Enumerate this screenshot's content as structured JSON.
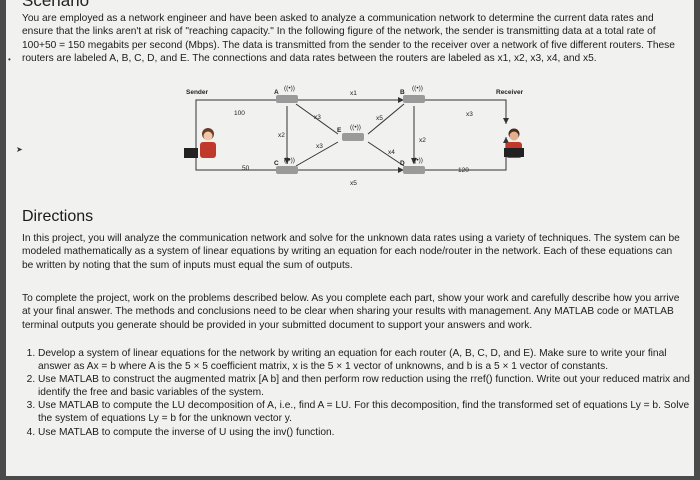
{
  "scenario": {
    "title": "Scenario",
    "text": "You are employed as a network engineer and have been asked to analyze a communication network to determine the current data rates and ensure that the links aren't at risk of \"reaching capacity.\" In the following figure of the network, the sender is transmitting data at a total rate of 100+50 = 150 megabits per second (Mbps). The data is transmitted from the sender to the receiver over a network of five different routers. These routers are labeled A, B, C, D, and E. The connections and data rates between the routers are labeled as x1, x2, x3, x4, and x5."
  },
  "diagram": {
    "sender_label": "Sender",
    "receiver_label": "Receiver",
    "routers": [
      "A",
      "B",
      "C",
      "D",
      "E"
    ],
    "edge_labels": [
      "x1",
      "x2",
      "x3",
      "x4",
      "x5"
    ],
    "rates": [
      "100",
      "50",
      "120"
    ],
    "colors": {
      "router_body": "#9a9a9a",
      "line": "#333333",
      "signal": "#555555"
    }
  },
  "directions": {
    "heading": "Directions",
    "text": "In this project, you will analyze the communication network and solve for the unknown data rates using a variety of techniques. The system can be modeled mathematically as a system of linear equations by writing an equation for each node/router in the network. Each of these equations can be written by noting that the sum of inputs must equal the sum of outputs."
  },
  "project": {
    "text": "To complete the project, work on the problems described below. As you complete each part, show your work and carefully describe how you arrive at your final answer. The methods and conclusions need to be clear when sharing your results with management. Any MATLAB code or MATLAB terminal outputs you generate should be provided in your submitted document to support your answers and work."
  },
  "tasks": [
    "Develop a system of linear equations for the network by writing an equation for each router (A, B, C, D, and E). Make sure to write your final answer as Ax = b where A is the 5 × 5 coefficient matrix, x is the 5 × 1 vector of unknowns, and b is a 5 × 1 vector of constants.",
    "Use MATLAB to construct the augmented matrix [A b] and then perform row reduction using the rref() function. Write out your reduced matrix and identify the free and basic variables of the system.",
    "Use MATLAB to compute the LU decomposition of A, i.e., find A = LU. For this decomposition, find the transformed set of equations Ly = b. Solve the system of equations Ly = b for the unknown vector y.",
    "Use MATLAB to compute the inverse of U using the inv() function."
  ]
}
